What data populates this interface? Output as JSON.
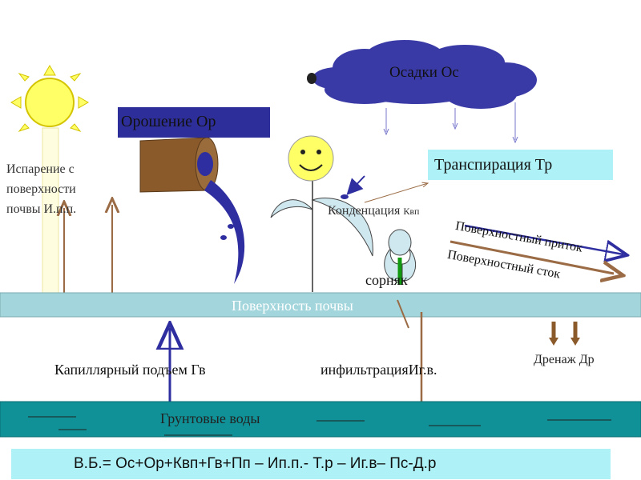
{
  "labels": {
    "precipitation": "Осадки Ос",
    "irrigation": "Орошение Ор",
    "evaporation_line1": "Испарение с",
    "evaporation_line2": "поверхности",
    "evaporation_line3": "почвы  И.п.п.",
    "transpiration": "Транспирация Тр",
    "condensation": "Конденцация",
    "condensation_abbr": "Квп",
    "surface_inflow": "Поверхностный приток",
    "surface_runoff": "Поверхностный сток",
    "weed": "сорняк",
    "soil_surface": "Поверхность почвы",
    "capillary_rise": "Капиллярный  подъем Гв",
    "infiltration": "инфильтрацияИг.в.",
    "drainage": "Дренаж Др",
    "groundwater": "Грунтовые воды",
    "equation": "В.Б.= Ос+Ор+Квп+Гв+Пп – Ип.п.- Т.р – Иг.в– Пс-Д.р"
  },
  "colors": {
    "sun": "#ffff66",
    "sun_stroke": "#d4c400",
    "cloud": "#3a3aa6",
    "irrigation_bg": "#2e2e9a",
    "transpiration_bg": "#aef2f7",
    "soil_surface_bg": "#a3d6dc",
    "groundwater_bg": "#0f9197",
    "equation_bg": "#aef2f7",
    "brown_arrow": "#9a6b44",
    "blue_arrow": "#2e2ea0",
    "pipe": "#8b5a2b",
    "leaf": "#cfe8ef",
    "stem_green": "#119911"
  }
}
